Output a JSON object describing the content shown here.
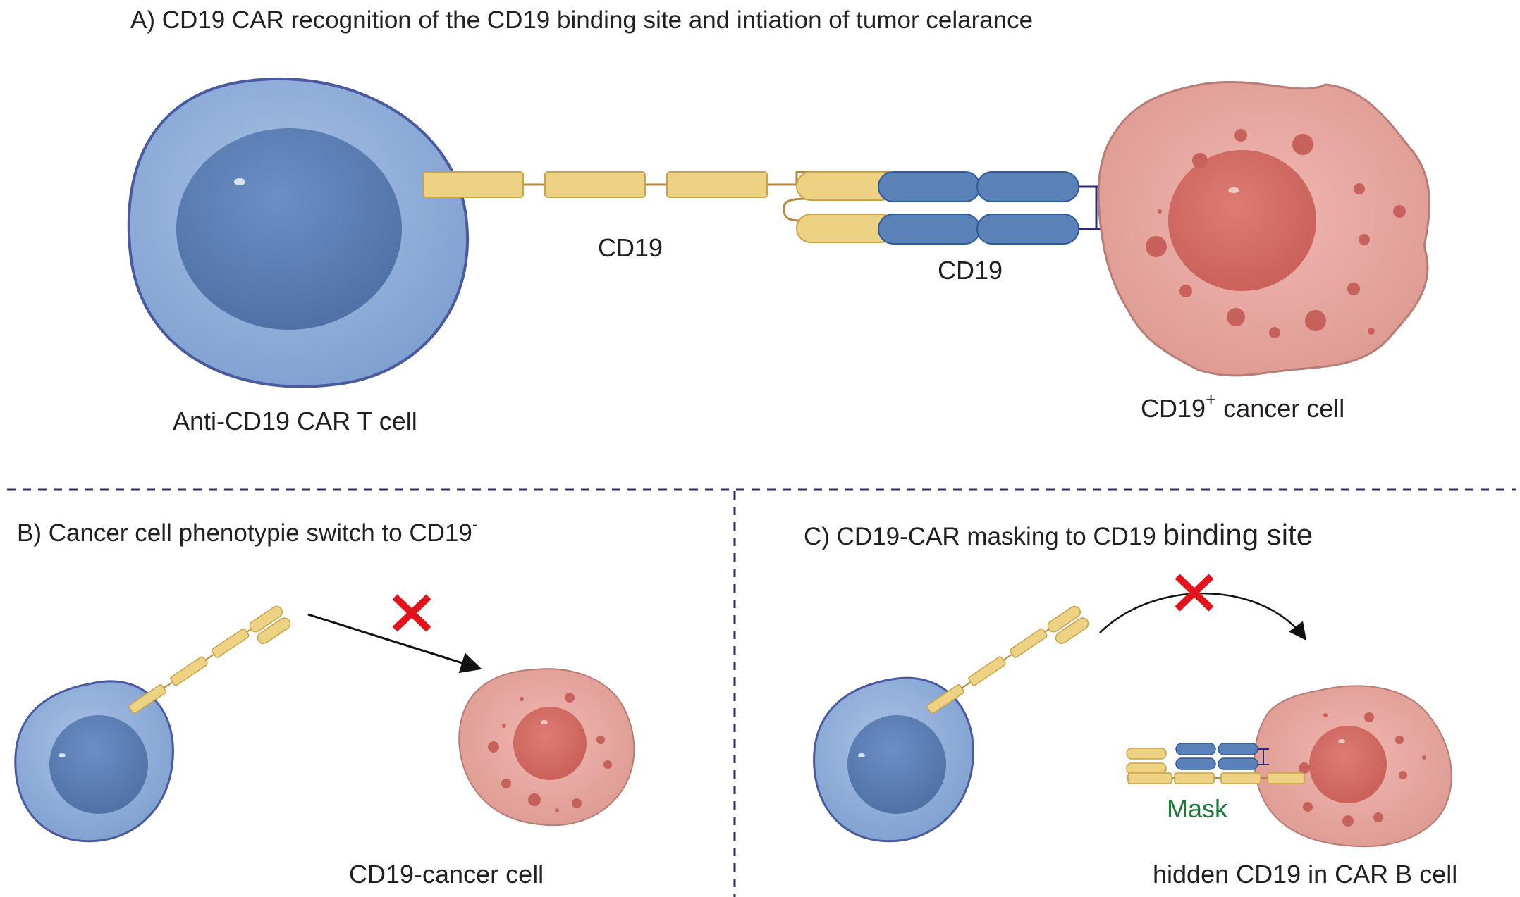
{
  "panel_a": {
    "title": "A) CD19 CAR recognition of the CD19 binding site and intiation of tumor celarance",
    "car_label": "CD19",
    "antigen_label": "CD19",
    "t_cell_label": "Anti-CD19 CAR T cell",
    "cancer_label_main": "CD19",
    "cancer_label_sup": "+",
    "cancer_label_rest": " cancer cell"
  },
  "panel_b": {
    "title_main": "B) Cancer cell phenotypie switch to CD19",
    "title_sup": "-",
    "cancer_label": "CD19-cancer cell"
  },
  "panel_c": {
    "title_main": "C) CD19-CAR masking to CD19 ",
    "title_big": "binding site",
    "mask_label": "Mask",
    "cancer_label": "hidden CD19 in CAR B cell"
  },
  "colors": {
    "t_cell_fill": "#8eacd8",
    "t_cell_border": "#4a5aa0",
    "t_nucleus": "#5b7fb5",
    "cancer_fill": "#e6a8a0",
    "cancer_border": "#b87c76",
    "cancer_nucleus": "#d26f68",
    "car_segment": "#ecd282",
    "car_segment_border": "#c9a24a",
    "cd19_segment": "#5b82b8",
    "cd19_border": "#2d5b9a",
    "block_x": "#e3131b",
    "mask_text": "#1a7a3a",
    "divider": "#2b2a6b"
  }
}
